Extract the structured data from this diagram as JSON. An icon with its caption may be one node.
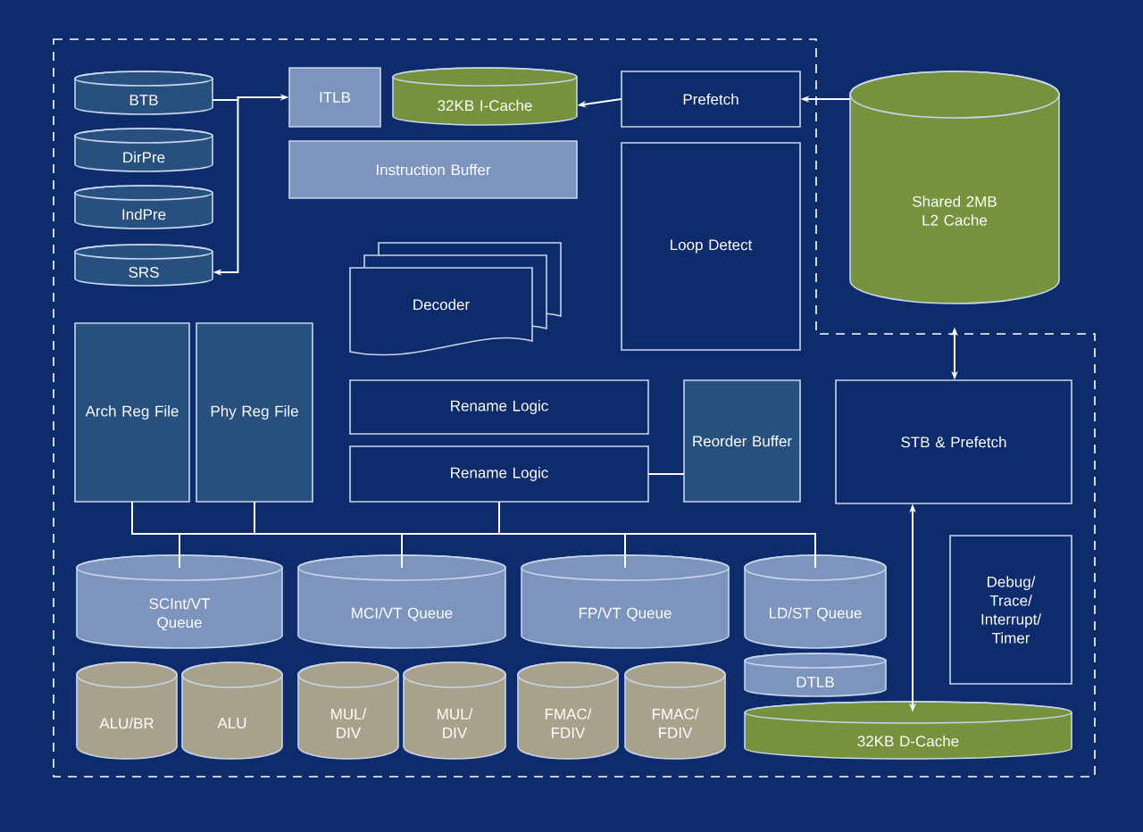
{
  "diagram": {
    "nodes": [
      {
        "text": [
          "BTB"
        ]
      },
      {
        "text": [
          "DirPre"
        ]
      },
      {
        "text": [
          "IndPre"
        ]
      },
      {
        "text": [
          "SRS"
        ]
      },
      {
        "text": [
          "ITLB"
        ]
      },
      {
        "text": [
          "32KB I-Cache"
        ]
      },
      {
        "text": [
          "Prefetch"
        ]
      },
      {
        "text": [
          "Instruction Buffer"
        ]
      },
      {
        "text": [
          "Loop Detect"
        ]
      },
      {
        "text": [
          "Shared 2MB L2 Cache"
        ]
      },
      {
        "text": [
          "Decoder"
        ]
      },
      {
        "text": [
          "Arch Reg File"
        ]
      },
      {
        "text": [
          "Phy Reg File"
        ]
      },
      {
        "text": [
          "Rename Logic"
        ]
      },
      {
        "text": [
          "Rename Logic"
        ]
      },
      {
        "text": [
          "Reorder Buffer"
        ]
      },
      {
        "text": [
          "STB & Prefetch"
        ]
      },
      {
        "text": [
          "Debug/ Trace/ Interrupt/ Timer"
        ]
      },
      {
        "text": [
          "SCInt/VT Queue"
        ]
      },
      {
        "text": [
          "MCI/VT Queue"
        ]
      },
      {
        "text": [
          "FP/VT Queue"
        ]
      },
      {
        "text": [
          "LD/ST Queue"
        ]
      },
      {
        "text": [
          "DTLB"
        ]
      },
      {
        "text": [
          "ALU/BR"
        ]
      },
      {
        "text": [
          "ALU"
        ]
      },
      {
        "text": [
          "MUL/ DIV"
        ]
      },
      {
        "text": [
          "MUL/ DIV"
        ]
      },
      {
        "text": [
          "FMAC/ FDIV"
        ]
      },
      {
        "text": [
          "FMAC/ FDIV"
        ]
      },
      {
        "text": [
          "32KB D-Cache"
        ]
      }
    ],
    "edges": [
      {
        "from": 0,
        "to": 4,
        "arrow": "to"
      },
      {
        "from": 0,
        "to": 3,
        "arrow": "to"
      },
      {
        "from": 6,
        "to": 5,
        "arrow": "to"
      },
      {
        "from": 9,
        "to": 6,
        "arrow": "to"
      },
      {
        "from": 9,
        "to": 16,
        "arrow": "both"
      },
      {
        "from": 29,
        "to": 16,
        "arrow": "both"
      },
      {
        "from": 15,
        "to": 14,
        "arrow": "none"
      },
      {
        "from": 11,
        "to": 18,
        "arrow": "none"
      },
      {
        "from": 11,
        "to": 19,
        "arrow": "none"
      },
      {
        "from": 11,
        "to": 20,
        "arrow": "none"
      },
      {
        "from": 11,
        "to": 21,
        "arrow": "none"
      },
      {
        "from": 12,
        "to": 18,
        "arrow": "none"
      },
      {
        "from": 12,
        "to": 19,
        "arrow": "none"
      },
      {
        "from": 12,
        "to": 20,
        "arrow": "none"
      },
      {
        "from": 12,
        "to": 21,
        "arrow": "none"
      },
      {
        "from": 14,
        "to": 18,
        "arrow": "none"
      },
      {
        "from": 14,
        "to": 19,
        "arrow": "none"
      },
      {
        "from": 14,
        "to": 20,
        "arrow": "none"
      },
      {
        "from": 14,
        "to": 21,
        "arrow": "none"
      }
    ]
  }
}
